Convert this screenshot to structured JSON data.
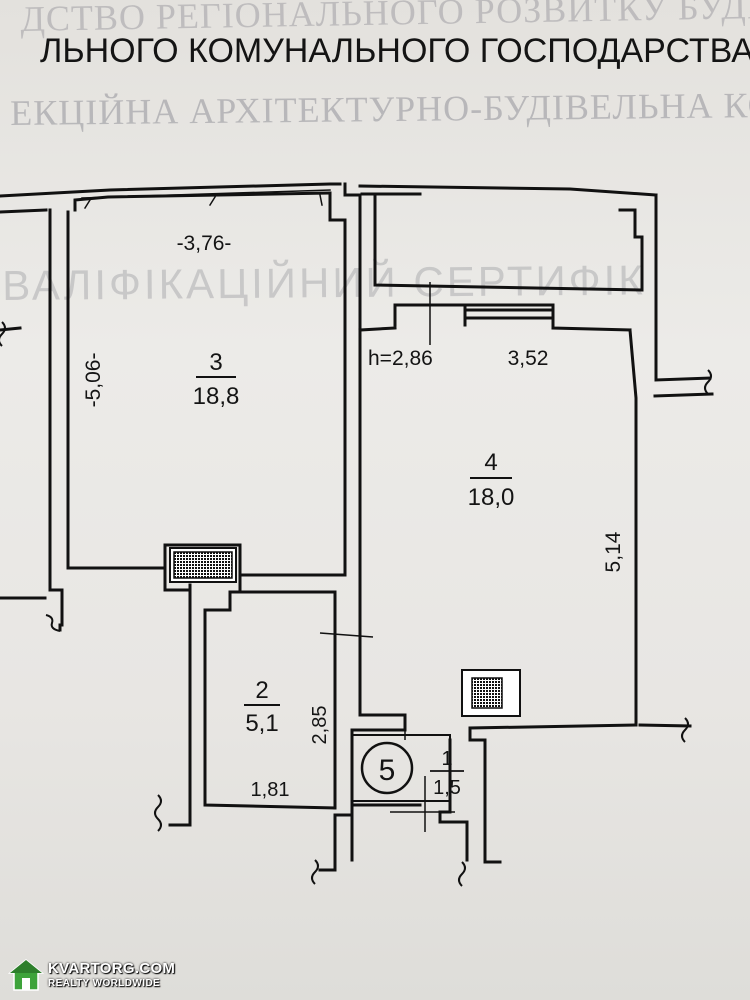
{
  "background_text": {
    "line1": "ДСТВО РЕГІОНАЛЬНОГО РОЗВИТКУ БУДІВ",
    "line2": "ЛЬНОГО КОМУНАЛЬНОГО ГОСПОДАРСТВА У",
    "line3": "ЕКЦІЙНА АРХІТЕКТУРНО-БУДІВЕЛЬНА КО",
    "line4": "ВАЛІФІКАЦІЙНИЙ СЕРТИФІК"
  },
  "rooms": [
    {
      "number": "3",
      "area": "18,8"
    },
    {
      "number": "2",
      "area": "5,1"
    },
    {
      "number": "4",
      "area": "18,0"
    },
    {
      "number": "1",
      "area": "1,5"
    }
  ],
  "dimensions": {
    "room3_width": "-3,76-",
    "room3_height": "-5,06-",
    "ceiling_height": "h=2,86",
    "room4_width": "3,52",
    "room4_height": "5,14",
    "room2_height": "2,85",
    "room2_width": "1,81"
  },
  "unit_marker": "5",
  "watermark": {
    "brand": "KVARTORG.COM",
    "tagline": "REALTY WORLDWIDE",
    "colors": {
      "house": "#3da33a",
      "roof": "#2d7f2b"
    }
  }
}
